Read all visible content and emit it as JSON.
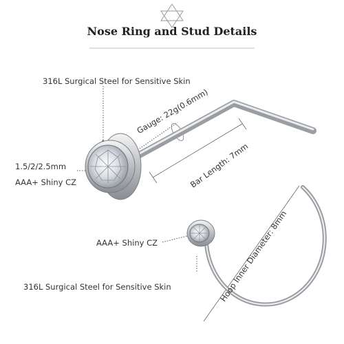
{
  "title": "Nose Ring and Stud Details",
  "stud": {
    "material": "316L Surgical Steel for Sensitive Skin",
    "size": "1.5/2/2.5mm",
    "stone": "AAA+ Shiny CZ",
    "gauge": "Gauge: 22g(0.6mm)",
    "bar_length": "Bar Length: 7mm"
  },
  "hoop": {
    "stone": "AAA+ Shiny CZ",
    "material": "316L Surgical Steel for Sensitive Skin",
    "inner_diameter": "Hoop Inner Diameter: 8mm"
  }
}
